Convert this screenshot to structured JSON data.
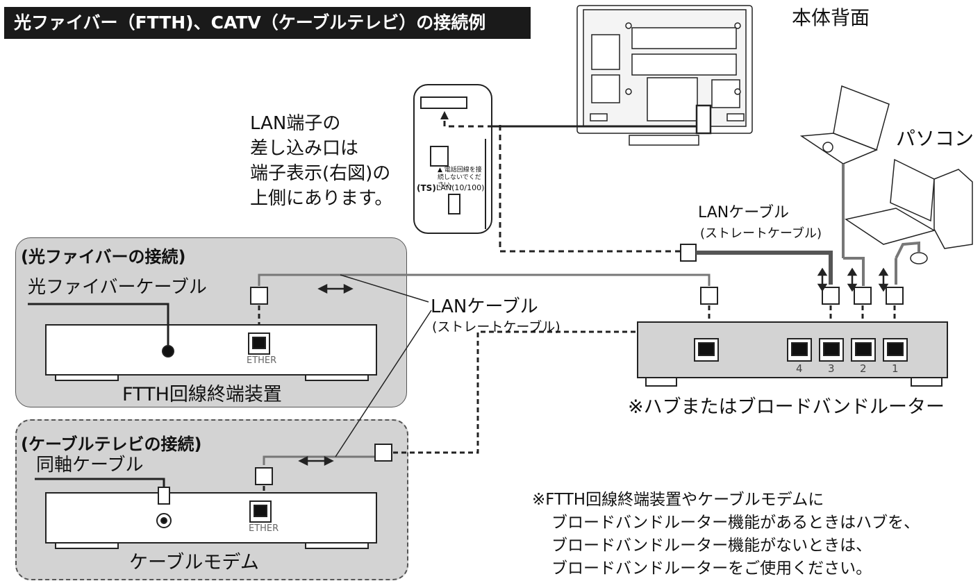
{
  "title": "光ファイバー（FTTH)、CATV（ケーブルテレビ）の接続例",
  "tv": {
    "label": "本体背面"
  },
  "pc": {
    "label": "パソコン"
  },
  "lan_note": {
    "lines": [
      "LAN端子の",
      "差し込み口は",
      "端子表示(右図)の",
      "上側にあります。"
    ]
  },
  "port_detail": {
    "warning": "▲ 電話回線を接続しないでください。",
    "ts_label": "(TS)",
    "lan_label": "LAN(10/100)"
  },
  "lan_cable_top": {
    "label": "LANケーブル",
    "sub": "(ストレートケーブル)"
  },
  "lan_cable_mid": {
    "label": "LANケーブル",
    "sub": "(ストレートケーブル)"
  },
  "ftth_box": {
    "heading": "(光ファイバーの接続)",
    "cable_label": "光ファイバーケーブル",
    "port_label": "ETHER",
    "device_name": "FTTH回線終端装置"
  },
  "catv_box": {
    "heading": "(ケーブルテレビの接続)",
    "cable_label": "同軸ケーブル",
    "port_label": "ETHER",
    "device_name": "ケーブルモデム"
  },
  "hub": {
    "label": "※ハブまたはブロードバンドルーター",
    "port_numbers": [
      "4",
      "3",
      "2",
      "1"
    ]
  },
  "footnote": {
    "lines": [
      "※FTTH回線終端装置やケーブルモデムに",
      "ブロードバンドルーター機能があるときはハブを、",
      "ブロードバンドルーター機能がないときは、",
      "ブロードバンドルーターをご使用ください。"
    ]
  },
  "colors": {
    "panel_bg": "#d3d3d3",
    "title_bg": "#1a1a1a",
    "line": "#222222",
    "cable_gray": "#777777"
  }
}
